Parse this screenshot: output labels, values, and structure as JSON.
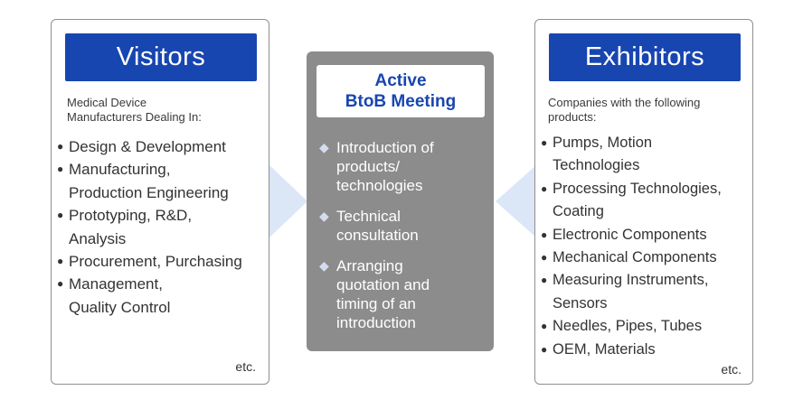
{
  "visitors": {
    "title": "Visitors",
    "intro": [
      "Medical Device",
      "Manufacturers Dealing In:"
    ],
    "items": [
      [
        "Design & Development"
      ],
      [
        "Manufacturing,",
        "Production Engineering"
      ],
      [
        "Prototyping, R&D,",
        "Analysis"
      ],
      [
        "Procurement, Purchasing"
      ],
      [
        "Management,",
        "Quality Control"
      ]
    ],
    "etc": "etc."
  },
  "center": {
    "title_line1": "Active",
    "title_line2": "BtoB Meeting",
    "items": [
      [
        "Introduction of",
        "products/",
        "technologies"
      ],
      [
        "Technical",
        "consultation"
      ],
      [
        "Arranging",
        "quotation and",
        "timing of an",
        "introduction"
      ]
    ]
  },
  "exhibitors": {
    "title": "Exhibitors",
    "intro": [
      "Companies with the following",
      "products:"
    ],
    "items": [
      [
        "Pumps, Motion",
        "Technologies"
      ],
      [
        "Processing Technologies,",
        "Coating"
      ],
      [
        "Electronic Components"
      ],
      [
        "Mechanical Components"
      ],
      [
        "Measuring Instruments,",
        "Sensors"
      ],
      [
        "Needles, Pipes, Tubes"
      ],
      [
        "OEM, Materials"
      ]
    ],
    "etc": "etc."
  },
  "colors": {
    "title_blue": "#1846b0",
    "center_gray": "#8c8c8c",
    "arrow_blue": "#dbe6f6",
    "border_gray": "#8f8f8f"
  }
}
